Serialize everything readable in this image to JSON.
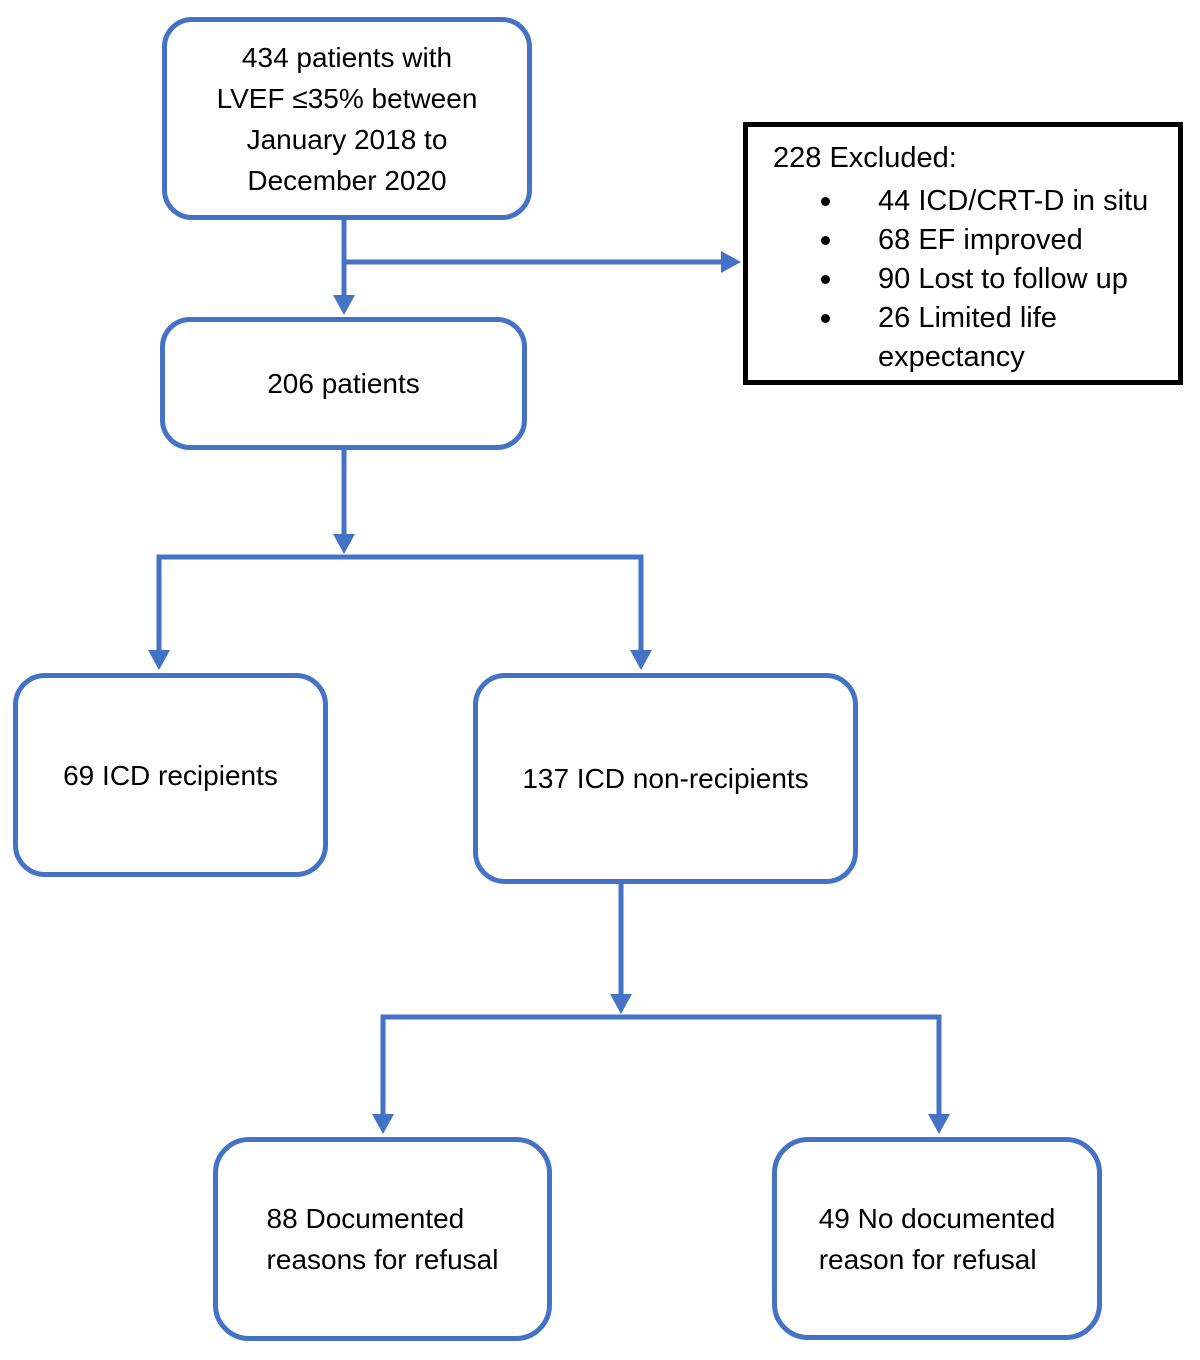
{
  "flowchart": {
    "colors": {
      "accent": "#4472C4",
      "excluded_border": "#000000",
      "text": "#000000",
      "background": "#FFFFFF"
    },
    "nodes": {
      "eligible": {
        "lines": [
          "434 patients with",
          "LVEF ≤35% between",
          "January 2018 to",
          "December 2020"
        ]
      },
      "excluded": {
        "heading": "228 Excluded:",
        "items": [
          "44 ICD/CRT-D in situ",
          "68 EF improved",
          "90 Lost to follow up",
          "26 Limited life expectancy"
        ]
      },
      "included": {
        "label": "206 patients"
      },
      "icd_recipients": {
        "label": "69 ICD recipients"
      },
      "icd_non_recipients": {
        "label": "137 ICD non-recipients"
      },
      "documented_refusal": {
        "lines": [
          "88 Documented",
          "reasons for refusal"
        ]
      },
      "no_documented_refusal": {
        "lines": [
          "49 No documented",
          "reason for refusal"
        ]
      }
    }
  }
}
